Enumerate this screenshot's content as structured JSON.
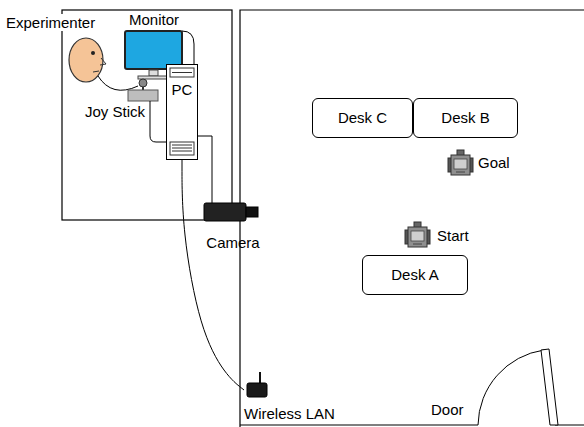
{
  "diagram": {
    "nodes": [
      {
        "text": [
          "PC"
        ]
      },
      {
        "text": [
          "Camera"
        ]
      },
      {
        "text": [
          "Wireless LAN"
        ]
      },
      {
        "text": [
          "Desk C"
        ]
      },
      {
        "text": [
          "Desk B"
        ]
      },
      {
        "text": [
          "Desk A"
        ]
      }
    ],
    "edges": [
      {
        "from": 0,
        "to": 1,
        "arrow": "none"
      },
      {
        "from": 0,
        "to": 2,
        "arrow": "none"
      }
    ],
    "labels": [
      "Experimenter",
      "Monitor",
      "Joy Stick",
      "Goal",
      "Start",
      "Door"
    ]
  }
}
